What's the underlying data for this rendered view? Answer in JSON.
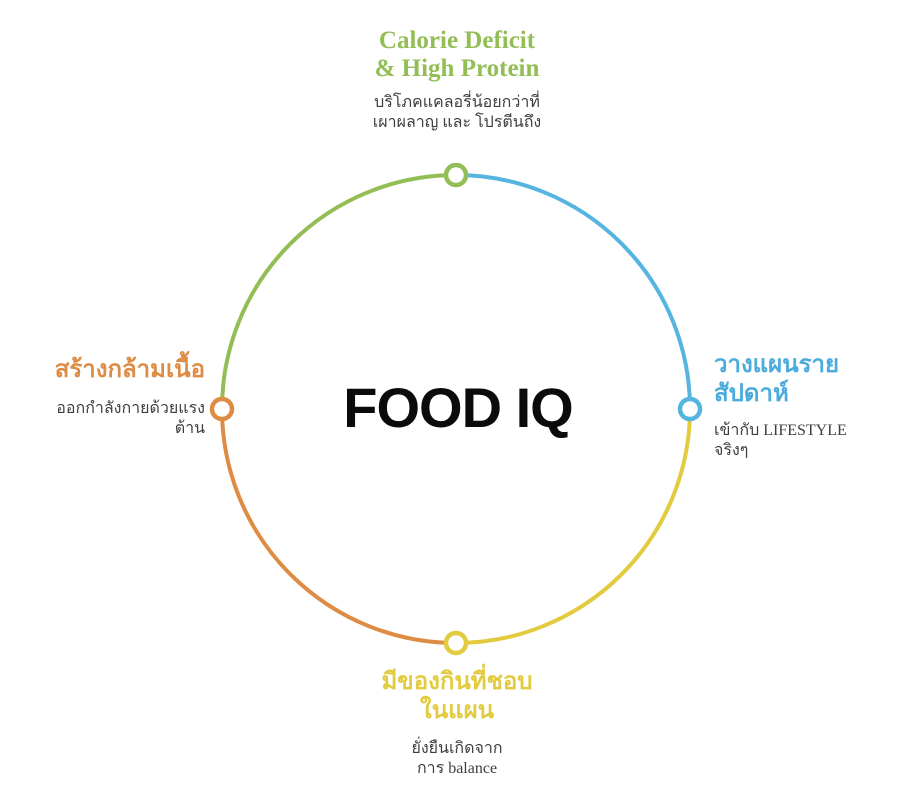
{
  "diagram": {
    "center": {
      "label": "FOOD IQ"
    },
    "colors": {
      "green": "#92BE55",
      "blue": "#55B5E0",
      "yellow": "#E2CB3F",
      "orange": "#DE8C44",
      "title_blue": "#4BABDC",
      "text_dark": "#3E3E3E",
      "background": "#FFFFFF"
    },
    "nodes": {
      "top": {
        "title_line1": "Calorie Deficit",
        "title_line2": "& High Protein",
        "subtitle_line1": "บริโภคแคลอรี่น้อยกว่าที่",
        "subtitle_line2": "เผาผลาญ และ โปรตีนถึง"
      },
      "right": {
        "title_line1": "วางแผนราย",
        "title_line2": "สัปดาห์",
        "subtitle_line1": "เข้ากับ LIFESTYLE",
        "subtitle_line2": "จริงๆ"
      },
      "bottom": {
        "title_line1": "มีของกินที่ชอบ",
        "title_line2": "ในแผน",
        "subtitle_line1": "ยั่งยืนเกิดจาก",
        "subtitle_line2": "การ balance"
      },
      "left": {
        "title_line1": "สร้างกล้ามเนื้อ",
        "subtitle_line1": "ออกกำลังกายด้วยแรง",
        "subtitle_line2": "ต้าน"
      }
    }
  }
}
